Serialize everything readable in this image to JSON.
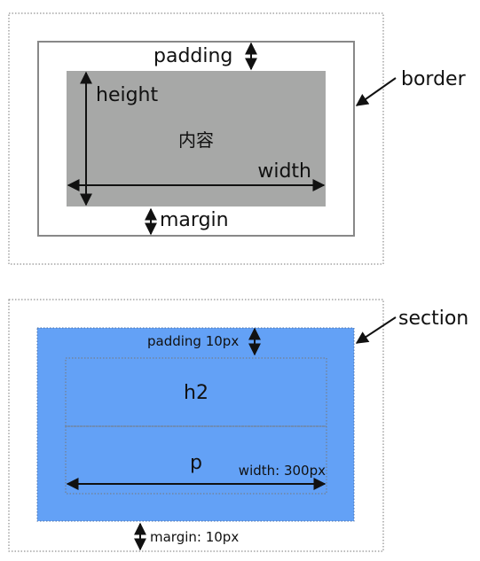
{
  "box_model": {
    "padding_label": "padding",
    "border_label": "border",
    "height_label": "height",
    "content_label": "内容",
    "width_label": "width",
    "margin_label": "margin",
    "content_fill": "#a7a8a7"
  },
  "section_example": {
    "section_label": "section",
    "padding_label": "padding 10px",
    "h2_label": "h2",
    "p_label": "p",
    "width_label": "width: 300px",
    "margin_label": "margin: 10px",
    "section_fill": "#63a1f6"
  }
}
